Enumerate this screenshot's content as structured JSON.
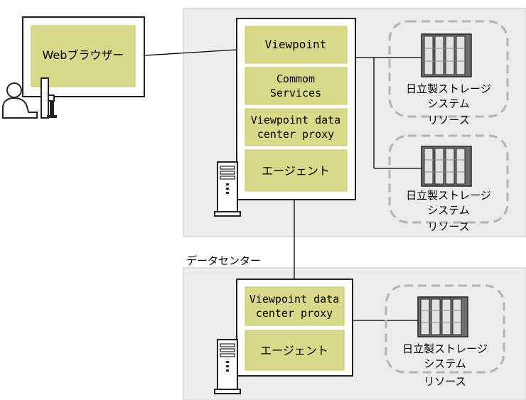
{
  "colors": {
    "zone_fill": "#ececec",
    "zone_stroke": "#c9c9c9",
    "component_fill": "#d9d98a",
    "component_stroke": "#c5c56a",
    "server_box_fill": "#ffffff",
    "server_box_stroke": "#222222",
    "resource_dash": "#b3b3b3",
    "line": "#000000"
  },
  "client": {
    "browser_label": "Webブラウザー",
    "icons": [
      "user-icon",
      "monitor-icon"
    ]
  },
  "main_server": {
    "components": [
      {
        "id": "viewpoint",
        "lines": [
          "Viewpoint"
        ]
      },
      {
        "id": "common-services",
        "lines": [
          "Commom",
          "Services"
        ]
      },
      {
        "id": "dc-proxy",
        "lines": [
          "Viewpoint data",
          "center proxy"
        ]
      },
      {
        "id": "agent",
        "lines": [
          "エージェント"
        ]
      }
    ],
    "icon": "server-tower-icon"
  },
  "resources_top": [
    {
      "storage_lines": [
        "日立製ストレージ",
        "システム"
      ],
      "caption": "リソース",
      "icon": "storage-array-icon"
    },
    {
      "storage_lines": [
        "日立製ストレージ",
        "システム"
      ],
      "caption": "リソース",
      "icon": "storage-array-icon"
    }
  ],
  "datacenter": {
    "label": "データセンター",
    "components": [
      {
        "id": "dc-proxy",
        "lines": [
          "Viewpoint data",
          "center proxy"
        ]
      },
      {
        "id": "agent",
        "lines": [
          "エージェント"
        ]
      }
    ],
    "icon": "server-tower-icon",
    "resource": {
      "storage_lines": [
        "日立製ストレージ",
        "システム"
      ],
      "caption": "リソース",
      "icon": "storage-array-icon"
    }
  }
}
